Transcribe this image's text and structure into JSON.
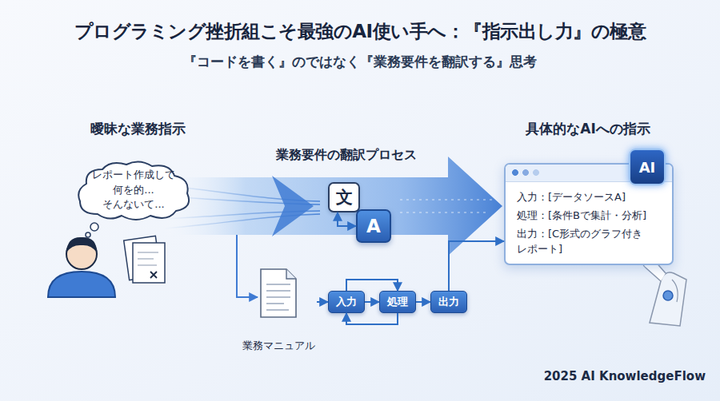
{
  "diagram": {
    "title": "プログラミング挫折組こそ最強のAI使い手へ：『指示出し力』の極意",
    "nodes": [
      {
        "text": [
          "レポート作成して 何を的... そんないて..."
        ]
      },
      {
        "text": [
          "文"
        ]
      },
      {
        "text": [
          "A"
        ]
      },
      {
        "text": [
          "業務マニュアル"
        ]
      },
      {
        "text": [
          "入力"
        ]
      },
      {
        "text": [
          "処理"
        ]
      },
      {
        "text": [
          "出力"
        ]
      },
      {
        "text": [
          "入力：[データソースA]",
          "処理：[条件Bで集計・分析]",
          "出力：[C形式のグラフ付き レポート]"
        ]
      },
      {
        "text": [
          "AI"
        ]
      }
    ],
    "edges": [
      {
        "from": 1,
        "to": 2,
        "arrow": "both"
      },
      {
        "from": 3,
        "to": 4,
        "arrow": "to"
      },
      {
        "from": 4,
        "to": 5,
        "arrow": "to"
      },
      {
        "from": 5,
        "to": 6,
        "arrow": "to"
      },
      {
        "from": 5,
        "to": 4,
        "arrow": "to"
      },
      {
        "from": 4,
        "to": 5,
        "arrow": "to"
      },
      {
        "from": 6,
        "to": 7,
        "arrow": "to"
      }
    ],
    "labels": [
      "『コードを書く』のではなく『業務要件を翻訳する』思考",
      "曖昧な業務指示",
      "業務要件の翻訳プロセス",
      "具体的なAIへの指示",
      "2025 AI KnowledgeFlow"
    ]
  }
}
